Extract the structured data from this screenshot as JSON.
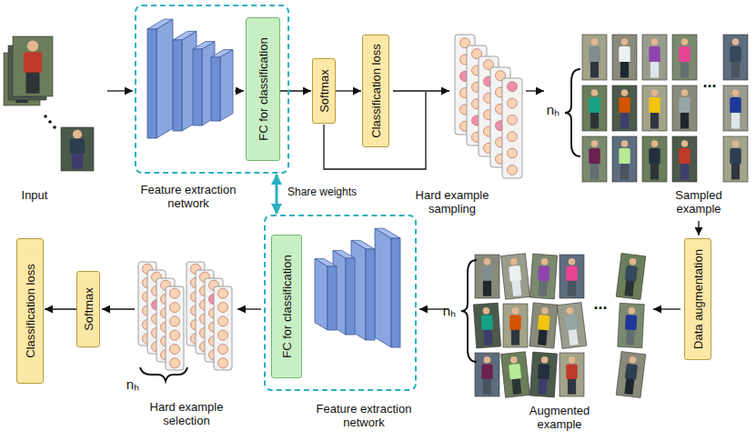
{
  "diagram": {
    "nodes": [
      {
        "text": [
          "Feature extraction network"
        ]
      },
      {
        "text": [
          "FC for classification"
        ],
        "in": 0
      },
      {
        "text": [
          "Softmax"
        ]
      },
      {
        "text": [
          "Classification loss"
        ]
      },
      {
        "text": [
          "Data augmentation"
        ]
      },
      {
        "text": [
          "Feature extraction network"
        ]
      },
      {
        "text": [
          "FC for classification"
        ],
        "in": 5
      },
      {
        "text": [
          "Softmax"
        ]
      },
      {
        "text": [
          "Classification loss"
        ]
      }
    ],
    "edges": [
      {
        "from": 1,
        "to": 2,
        "arrow": "to"
      },
      {
        "from": 2,
        "to": 3,
        "arrow": "to"
      },
      {
        "from": 0,
        "to": 5,
        "arrow": "both",
        "label": "Share weights"
      },
      {
        "from": 7,
        "to": 8,
        "arrow": "to"
      }
    ],
    "labels": [
      "Input",
      "nₕ",
      "...",
      "Hard example sampling",
      "Sampled example",
      "...",
      "nₕ",
      "Augmented example",
      "Hard example selection",
      "nₕ"
    ]
  }
}
